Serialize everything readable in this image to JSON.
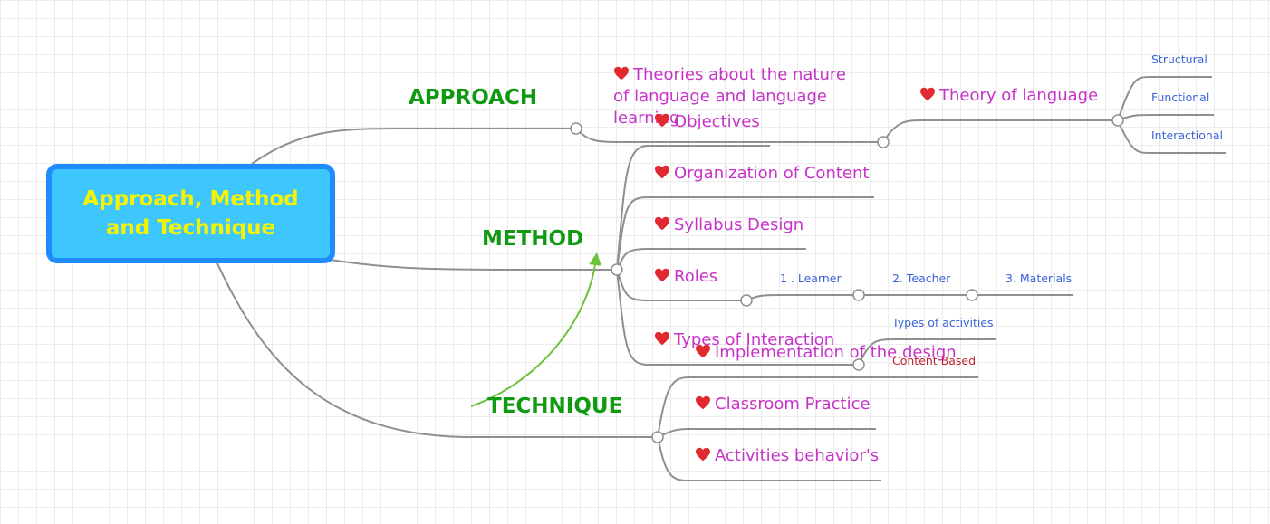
{
  "root": {
    "label": "Approach, Method and Technique"
  },
  "branches": {
    "approach": "APPROACH",
    "method": "METHOD",
    "technique": "TECHNIQUE"
  },
  "approach": {
    "topic1": "Theories about the nature of language and language learning",
    "topic2": "Theory of language",
    "theory_types": [
      "Structural",
      "Functional",
      "Interactional"
    ]
  },
  "method": {
    "topics": [
      "Objectives",
      "Organization of Content",
      "Syllabus Design",
      "Roles",
      "Types of Interaction"
    ],
    "roles": [
      "1 . Learner",
      "2. Teacher",
      "3. Materials"
    ]
  },
  "technique": {
    "topics": [
      "Implementation of the design",
      "Classroom Practice",
      "Activities behavior's"
    ],
    "implementation": [
      "Types of activities",
      "Content Based"
    ]
  },
  "colors": {
    "root_fill": "#3ec6ff",
    "root_border": "#1e8cff",
    "root_text": "#f4f400",
    "branch_text": "#0f9a11",
    "topic_text": "#c733c9",
    "sub_text": "#3a63d6",
    "sub_alert": "#c0202c",
    "connector": "#8f8f8f",
    "arrow": "#6cc23a",
    "heart": "#e1292f"
  },
  "icons": {
    "topic_marker": "heart-icon"
  }
}
